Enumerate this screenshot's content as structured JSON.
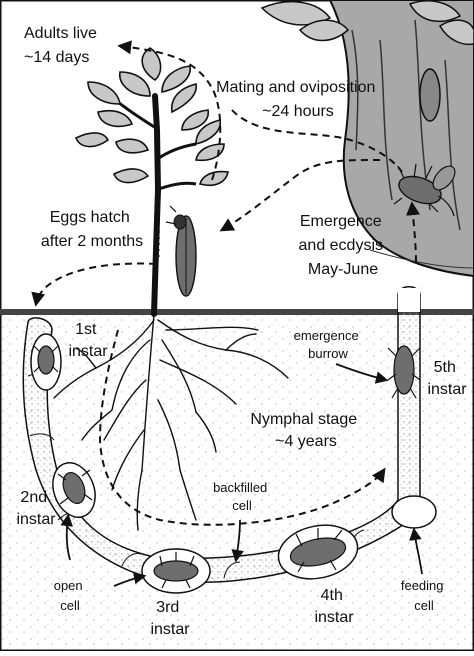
{
  "labels": {
    "adults_live": [
      "Adults live",
      "~14 days"
    ],
    "mating": [
      "Mating and oviposition",
      "~24 hours"
    ],
    "eggs_hatch": [
      "Eggs hatch",
      "after 2 months"
    ],
    "emergence": [
      "Emergence",
      "and ecdysis",
      "May-June"
    ],
    "first_instar": [
      "1st",
      "instar"
    ],
    "emergence_burrow": [
      "emergence",
      "burrow"
    ],
    "fifth_instar": [
      "5th",
      "instar"
    ],
    "nymphal_stage": [
      "Nymphal stage",
      "~4 years"
    ],
    "second_instar": [
      "2nd",
      "instar"
    ],
    "backfilled_cell": [
      "backfilled",
      "cell"
    ],
    "open_cell": [
      "open",
      "cell"
    ],
    "third_instar": [
      "3rd",
      "instar"
    ],
    "fourth_instar": [
      "4th",
      "instar"
    ],
    "feeding_cell": [
      "feeding",
      "cell"
    ]
  },
  "colors": {
    "ink": "#111111",
    "ground_line": "#444444",
    "soil_dots": "#888888",
    "leaf_fill": "#c8c8c8",
    "bark_fill": "#a8a8a8",
    "cicada_fill": "#6e6e6e"
  }
}
